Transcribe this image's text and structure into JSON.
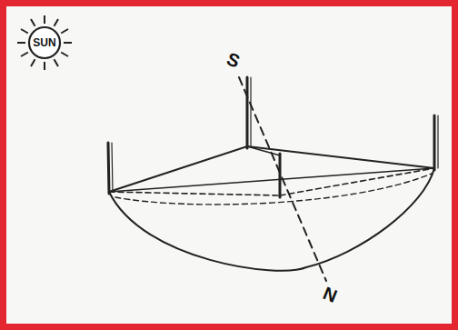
{
  "diagram": {
    "nodes": [
      {
        "text": [
          "SUN"
        ]
      }
    ],
    "labels": [
      "S",
      "N"
    ]
  }
}
